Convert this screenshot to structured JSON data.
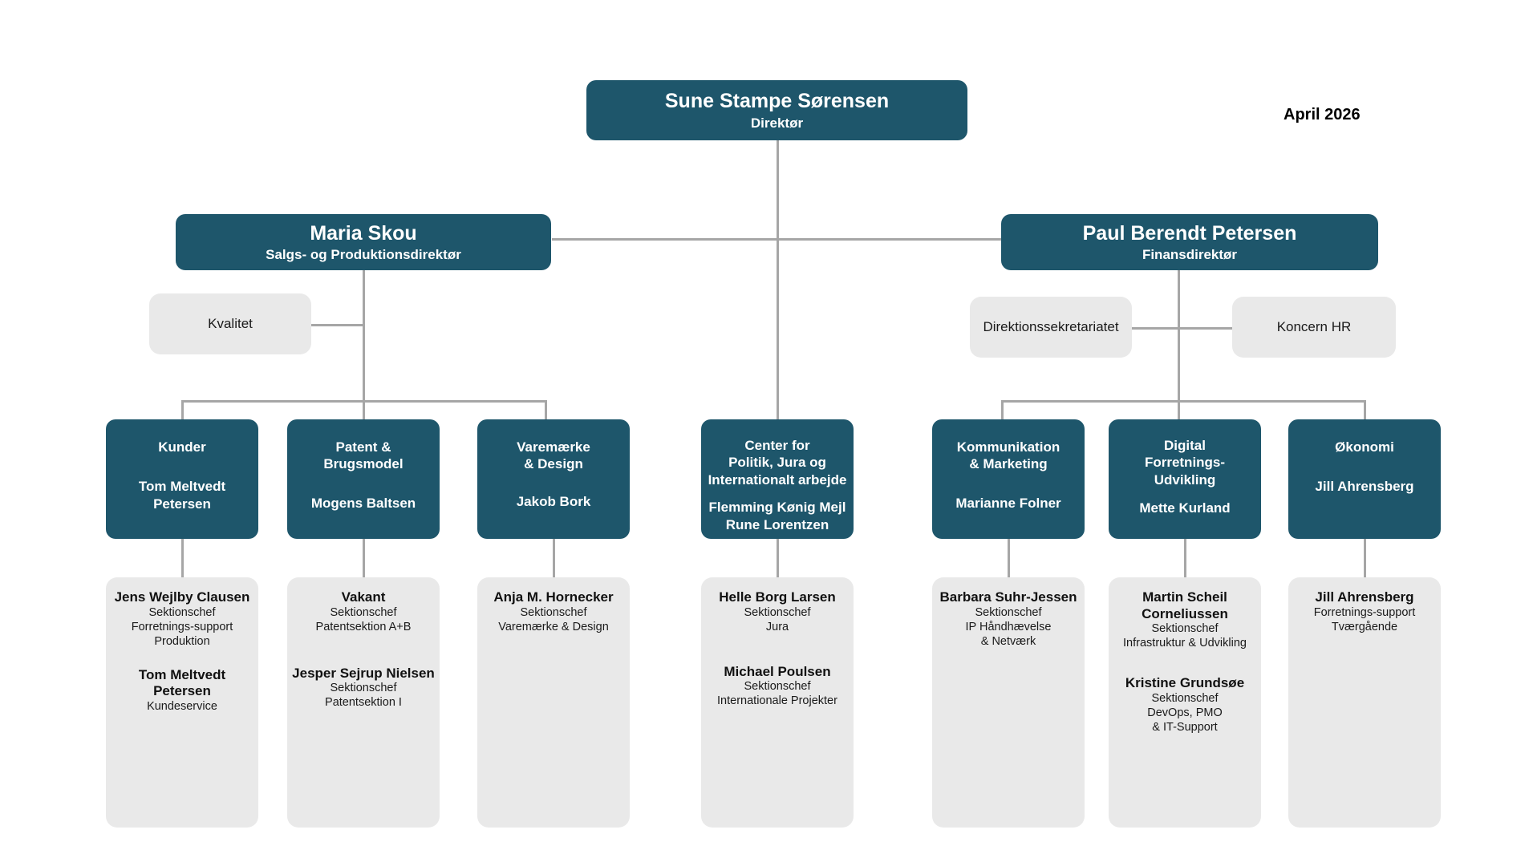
{
  "meta": {
    "date_label": "April 2026",
    "colors": {
      "accent_teal": "#1e566b",
      "staff_gray": "#e9e9e9",
      "connector": "#a6a6a6",
      "text_light": "#ffffff",
      "text_dark": "#1a1a1a"
    }
  },
  "root": {
    "name": "Sune Stampe Sørensen",
    "title": "Direktør"
  },
  "directors": [
    {
      "name": "Maria Skou",
      "title": "Salgs- og Produktionsdirektør"
    },
    {
      "name": "Paul Berendt Petersen",
      "title": "Finansdirektør"
    }
  ],
  "staff_units": [
    {
      "label": "Kvalitet"
    },
    {
      "label": "Direktionssekretariatet"
    },
    {
      "label": "Koncern HR"
    }
  ],
  "departments": [
    {
      "name": "Kunder",
      "people": "Tom Meltvedt\nPetersen",
      "name_lines": [
        "Kunder"
      ],
      "people_lines": [
        "Tom Meltvedt",
        "Petersen"
      ],
      "sections": [
        {
          "person": "Jens Wejlby Clausen",
          "role_lines": [
            "Sektionschef",
            "Forretnings-support",
            "Produktion"
          ]
        },
        {
          "person": "Tom Meltvedt\nPetersen",
          "person_lines": [
            "Tom Meltvedt",
            "Petersen"
          ],
          "role_lines": [
            "Kundeservice"
          ]
        }
      ]
    },
    {
      "name": "Patent & Brugsmodel",
      "name_lines": [
        "Patent &",
        "Brugsmodel"
      ],
      "people_lines": [
        "Mogens Baltsen"
      ],
      "sections": [
        {
          "person": "Vakant",
          "person_lines": [
            "Vakant"
          ],
          "role_lines": [
            "Sektionschef",
            "Patentsektion A+B"
          ]
        },
        {
          "person": "Jesper Sejrup Nielsen",
          "person_lines": [
            "Jesper Sejrup Nielsen"
          ],
          "role_lines": [
            "Sektionschef",
            "Patentsektion I"
          ]
        }
      ]
    },
    {
      "name": "Varemærke & Design",
      "name_lines": [
        "Varemærke",
        "& Design"
      ],
      "people_lines": [
        "Jakob Bork"
      ],
      "sections": [
        {
          "person": "Anja M. Hornecker",
          "person_lines": [
            "Anja M. Hornecker"
          ],
          "role_lines": [
            "Sektionschef",
            "Varemærke & Design"
          ]
        }
      ]
    },
    {
      "name": "Center for Politik, Jura og Internationalt arbejde",
      "name_lines": [
        "Center for",
        "Politik, Jura og",
        "Internationalt arbejde"
      ],
      "people_lines": [
        "Flemming Kønig Mejl",
        "Rune Lorentzen"
      ],
      "sections": [
        {
          "person": "Helle Borg Larsen",
          "person_lines": [
            "Helle Borg Larsen"
          ],
          "role_lines": [
            "Sektionschef",
            "Jura"
          ]
        },
        {
          "person": "Michael Poulsen",
          "person_lines": [
            "Michael Poulsen"
          ],
          "role_lines": [
            "Sektionschef",
            "Internationale Projekter"
          ]
        }
      ]
    },
    {
      "name": "Kommunikation & Marketing",
      "name_lines": [
        "Kommunikation",
        "& Marketing"
      ],
      "people_lines": [
        "Marianne Folner"
      ],
      "sections": [
        {
          "person": "Barbara Suhr-Jessen",
          "person_lines": [
            "Barbara Suhr-Jessen"
          ],
          "role_lines": [
            "Sektionschef",
            "IP Håndhævelse",
            "& Netværk"
          ]
        }
      ]
    },
    {
      "name": "Digital Forretnings-Udvikling",
      "name_lines": [
        "Digital",
        "Forretnings-",
        "Udvikling"
      ],
      "people_lines": [
        "Mette Kurland"
      ],
      "sections": [
        {
          "person": "Martin Scheil Corneliussen",
          "person_lines": [
            "Martin Scheil",
            "Corneliussen"
          ],
          "role_lines": [
            "Sektionschef",
            "Infrastruktur & Udvikling"
          ]
        },
        {
          "person": "Kristine Grundsøe",
          "person_lines": [
            "Kristine Grundsøe"
          ],
          "role_lines": [
            "Sektionschef",
            "DevOps, PMO",
            "& IT-Support"
          ]
        }
      ]
    },
    {
      "name": "Økonomi",
      "name_lines": [
        "Økonomi"
      ],
      "people_lines": [
        "Jill Ahrensberg"
      ],
      "sections": [
        {
          "person": "Jill Ahrensberg",
          "person_lines": [
            "Jill Ahrensberg"
          ],
          "role_lines": [
            "Forretnings-support",
            "Tværgående"
          ]
        }
      ]
    }
  ]
}
